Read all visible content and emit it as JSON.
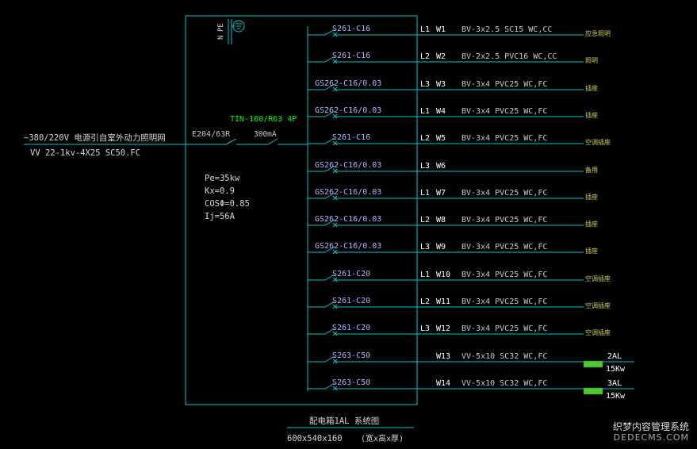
{
  "colors": {
    "box": "#00c8c8",
    "text": "#cfd8d8",
    "cad_text": "#c8c8c8",
    "switch_label": "#b4b4ff",
    "main_switch": "#00ff00",
    "phase": "#ffffff",
    "dest": "#cfcf60",
    "load_fill": "#50c830"
  },
  "incoming": {
    "supply_text": "~380/220V 电源引自室外动力照明网",
    "cable_text": "VV 22-1kv-4X25 SC50.FC"
  },
  "main_breaker": {
    "label": "E204/63R"
  },
  "rcd": {
    "label": "TIN-160/R63 4P",
    "rating": "300mA"
  },
  "busbar_labels": {
    "n": "N",
    "pe": "PE"
  },
  "load_info": {
    "pe": "Pe=35kw",
    "kx": "Kx=0.9",
    "cos": "COSΦ=0.85",
    "ij": "Ij=56A"
  },
  "circuits": [
    {
      "breaker": "S261-C16",
      "phase": "L1",
      "id": "W1",
      "cable": "BV-3x2.5 SC15 WC,CC",
      "dest": "应急照明"
    },
    {
      "breaker": "S261-C16",
      "phase": "L2",
      "id": "W2",
      "cable": "BV-2x2.5 PVC16 WC,CC",
      "dest": "照明"
    },
    {
      "breaker": "GS262-C16/0.03",
      "phase": "L3",
      "id": "W3",
      "cable": "BV-3x4 PVC25 WC,FC",
      "dest": "插座"
    },
    {
      "breaker": "GS262-C16/0.03",
      "phase": "L1",
      "id": "W4",
      "cable": "BV-3x4 PVC25 WC,FC",
      "dest": "插座"
    },
    {
      "breaker": "S261-C16",
      "phase": "L2",
      "id": "W5",
      "cable": "BV-3x4 PVC25 WC,FC",
      "dest": "空调插座"
    },
    {
      "breaker": "GS262-C16/0.03",
      "phase": "L3",
      "id": "W6",
      "cable": "",
      "dest": "备用"
    },
    {
      "breaker": "GS262-C16/0.03",
      "phase": "L1",
      "id": "W7",
      "cable": "BV-3x4 PVC25 WC,FC",
      "dest": "插座"
    },
    {
      "breaker": "GS262-C16/0.03",
      "phase": "L2",
      "id": "W8",
      "cable": "BV-3x4 PVC25 WC,FC",
      "dest": "插座"
    },
    {
      "breaker": "GS262-C16/0.03",
      "phase": "L3",
      "id": "W9",
      "cable": "BV-3x4 PVC25 WC,FC",
      "dest": "插座"
    },
    {
      "breaker": "S261-C20",
      "phase": "L1",
      "id": "W10",
      "cable": "BV-3x4 PVC25 WC,FC",
      "dest": "空调插座"
    },
    {
      "breaker": "S261-C20",
      "phase": "L2",
      "id": "W11",
      "cable": "BV-3x4 PVC25 WC,FC",
      "dest": "空调插座"
    },
    {
      "breaker": "S261-C20",
      "phase": "L3",
      "id": "W12",
      "cable": "BV-3x4 PVC25 WC,FC",
      "dest": "空调插座"
    },
    {
      "breaker": "S263-C50",
      "phase": "",
      "id": "W13",
      "cable": "VV-5x10 SC32 WC,FC",
      "dest": "2AL",
      "power": "15Kw"
    },
    {
      "breaker": "S263-C50",
      "phase": "",
      "id": "W14",
      "cable": "VV-5x10 SC32 WC,FC",
      "dest": "3AL",
      "power": "15Kw"
    }
  ],
  "footer": {
    "title": "配电箱1AL 系统图",
    "dims": "600x540x160",
    "note": "(宽x高x厚)"
  },
  "watermark": {
    "line1": "织梦内容管理系统",
    "line2": "DEDECMS.COM"
  }
}
